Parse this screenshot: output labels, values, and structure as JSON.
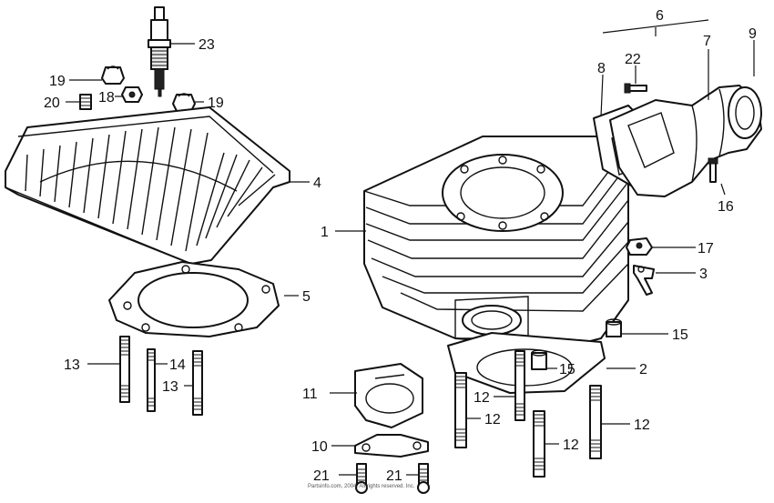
{
  "callouts": {
    "c1": "1",
    "c2": "2",
    "c3": "3",
    "c4": "4",
    "c5": "5",
    "c6": "6",
    "c7": "7",
    "c8": "8",
    "c9": "9",
    "c10": "10",
    "c11": "11",
    "c12a": "12",
    "c12b": "12",
    "c12c": "12",
    "c12d": "12",
    "c13a": "13",
    "c13b": "13",
    "c14": "14",
    "c15a": "15",
    "c15b": "15",
    "c16": "16",
    "c17": "17",
    "c18": "18",
    "c19a": "19",
    "c19b": "19",
    "c20": "20",
    "c21a": "21",
    "c21b": "21",
    "c22": "22",
    "c23": "23"
  },
  "copyright": "Partsinfo.com, 2004. All rights reserved. Inc."
}
